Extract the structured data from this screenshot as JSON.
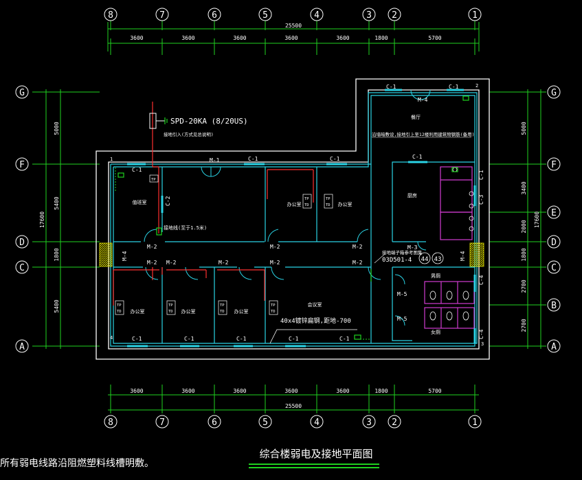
{
  "drawing": {
    "title": "综合楼弱电及接地平面图",
    "note": "所有弱电线路沿阻燃塑料线槽明敷。",
    "total_width": "25500",
    "total_height": "17600",
    "col_axes": [
      "8",
      "7",
      "6",
      "5",
      "4",
      "3",
      "2",
      "1"
    ],
    "col_spacings": [
      "3600",
      "3600",
      "3600",
      "3600",
      "3600",
      "1800",
      "5700"
    ],
    "row_axes": [
      "G",
      "F",
      "E",
      "D",
      "C",
      "B",
      "A"
    ],
    "right_row_spacings": [
      "5000",
      "3400",
      "2000",
      "1800",
      "2700",
      "2700"
    ],
    "left_row_spacings": [
      "5000",
      "5400",
      "1800",
      "5400"
    ],
    "spd_label": "SPD-20KA (8/20US)",
    "ground_note_top": "接地引入(方式见总说明)",
    "ground_note_cafe": "沿墙暗敷设,接地引上至12楼利用建筑物钢筋(备用)",
    "ground_note_mid": "接地线(至于1.5米)",
    "ground_strip": "40x4镀锌扁钢,距地-700",
    "spec_ref_label": "接地端子箱参考图集",
    "spec_ref_code": "03D501-4",
    "spec_ref_pages": [
      "44",
      "43"
    ],
    "rooms": {
      "duty": "值班室",
      "office": "办公室",
      "meeting": "会议室",
      "cafe": "餐厅",
      "kitchen": "厨房",
      "wc_m": "男厕",
      "wc_f": "女厕"
    },
    "doors": {
      "m1": "M-1",
      "m2": "M-2",
      "m3": "M-3",
      "m4": "M-4",
      "m5": "M-5"
    },
    "windows": {
      "c1": "C-1",
      "c2": "C-2",
      "c3": "C-3",
      "c4": "C-4"
    },
    "outlets": {
      "tp": "TP",
      "td": "TD"
    },
    "corner_marks": {
      "a": "1",
      "b": "2",
      "c": "3",
      "d": "4"
    }
  }
}
